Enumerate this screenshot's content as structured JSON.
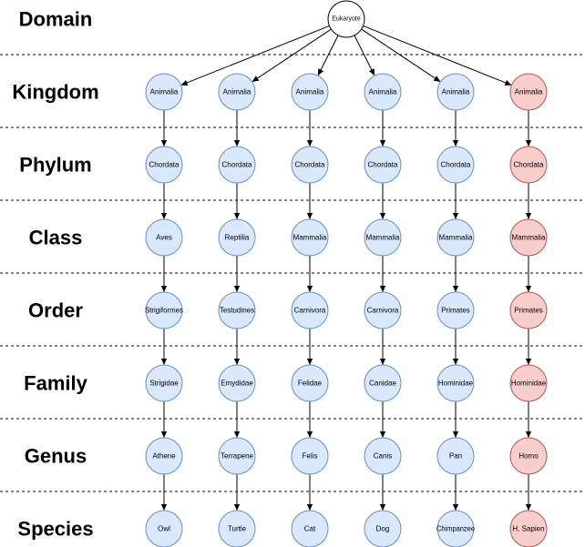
{
  "diagram": {
    "root": {
      "label": "Eukaryote"
    },
    "ranks": [
      "Domain",
      "Kingdom",
      "Phylum",
      "Class",
      "Order",
      "Family",
      "Genus",
      "Species"
    ],
    "lineages": [
      {
        "highlighted": false,
        "nodes": [
          "Animalia",
          "Chordata",
          "Aves",
          "Strigiformes",
          "Strigidae",
          "Athene",
          "Owl"
        ]
      },
      {
        "highlighted": false,
        "nodes": [
          "Animalia",
          "Chordata",
          "Reptilia",
          "Testudines",
          "Emydidae",
          "Terrapene",
          "Turtle"
        ]
      },
      {
        "highlighted": false,
        "nodes": [
          "Animalia",
          "Chordata",
          "Mammalia",
          "Carnivora",
          "Felidae",
          "Felis",
          "Cat"
        ]
      },
      {
        "highlighted": false,
        "nodes": [
          "Animalia",
          "Chordata",
          "Mammalia",
          "Carnivora",
          "Canidae",
          "Canis",
          "Dog"
        ]
      },
      {
        "highlighted": false,
        "nodes": [
          "Animalia",
          "Chordata",
          "Mammalia",
          "Primates",
          "Hominidae",
          "Pan",
          "Chimpanzee"
        ]
      },
      {
        "highlighted": true,
        "nodes": [
          "Animalia",
          "Chordata",
          "Mammalia",
          "Primates",
          "Hominidae",
          "Homo",
          "H. Sapien"
        ]
      }
    ]
  },
  "colors": {
    "node_fill": "#dae8fc",
    "node_stroke": "#6c8ebf",
    "highlight_fill": "#f8cecc",
    "highlight_stroke": "#b85450",
    "root_fill": "#ffffff",
    "root_stroke": "#000000"
  }
}
